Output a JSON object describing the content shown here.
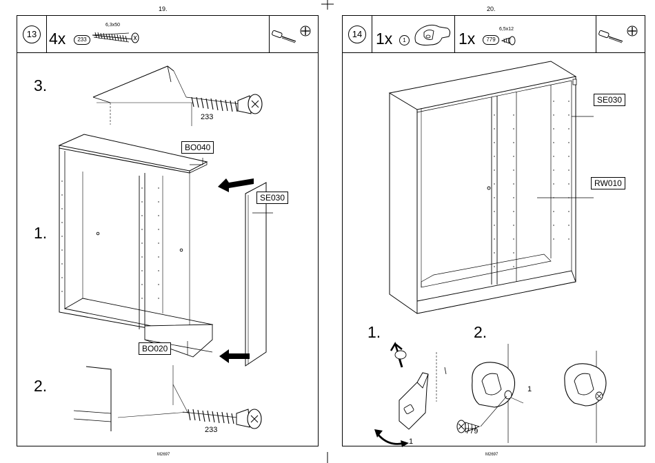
{
  "left_page": {
    "page_number": "19.",
    "footer": "M2697",
    "step": "13",
    "qty": "4x",
    "part": "233",
    "part_size": "6,3x50",
    "sub_steps": [
      "3.",
      "1.",
      "2."
    ],
    "labels": {
      "top_panel": "BO040",
      "side_panel": "SE030",
      "bottom_panel": "BO020"
    },
    "screw_callout_top": "233",
    "screw_callout_bottom": "233"
  },
  "right_page": {
    "page_number": "20.",
    "footer": "M2697",
    "step": "14",
    "qty_1": "1x",
    "part_1": "1",
    "qty_2": "1x",
    "part_2": "779",
    "part_2_size": "6,5x12",
    "sub_steps": [
      "1.",
      "2."
    ],
    "labels": {
      "side_panel": "SE030",
      "rail": "RW010"
    },
    "detail_part_1": "1",
    "detail_bracket": "1",
    "detail_screw": "779"
  },
  "icons": [
    "screwdriver-icon",
    "phillips-head-icon"
  ]
}
